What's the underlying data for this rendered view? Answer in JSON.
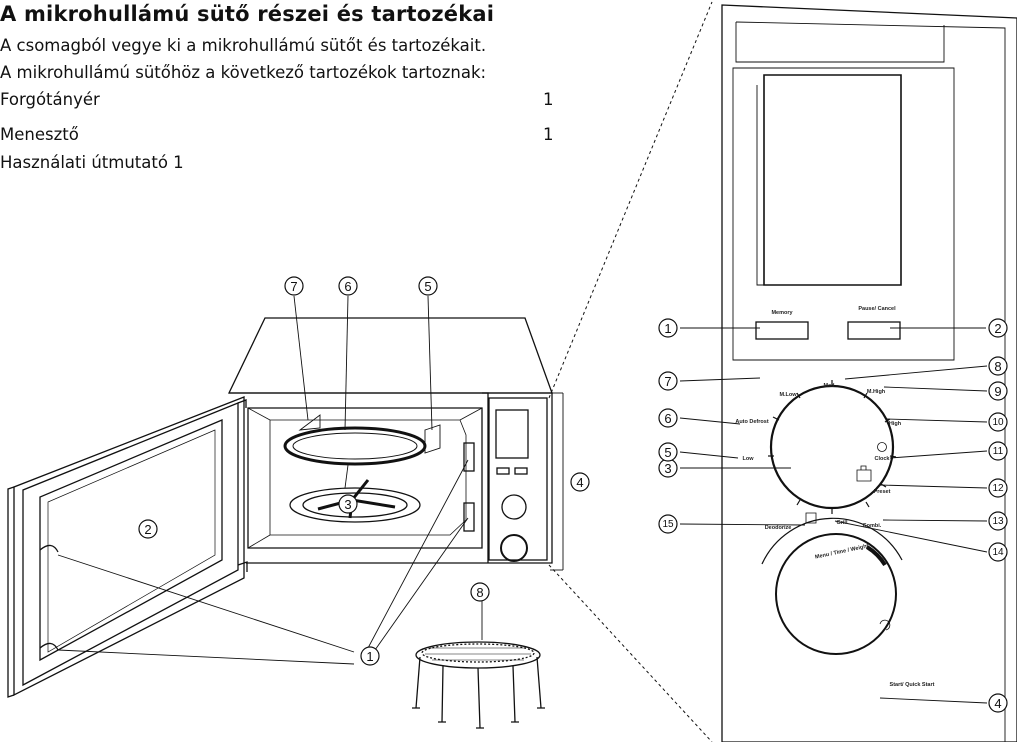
{
  "heading": "A mikrohullámú sütő részei és tartozékai",
  "intro": [
    "A csomagból vegye ki a mikrohullámú sütőt és tartozékait.",
    "A mikrohullámú sütőhöz a következő tartozékok tartoznak:"
  ],
  "accessories": [
    {
      "name": "Forgótányér",
      "qty": "1"
    },
    {
      "name": "Menesztő",
      "qty": "1"
    },
    {
      "name": "Használati útmutató  1",
      "qty": ""
    }
  ],
  "oven_callouts": [
    "1",
    "2",
    "3",
    "4",
    "5",
    "6",
    "7",
    "8"
  ],
  "panel_callouts": [
    "1",
    "2",
    "3",
    "4",
    "5",
    "6",
    "7",
    "8",
    "9",
    "10",
    "11",
    "12",
    "13",
    "14",
    "15"
  ],
  "panel_labels": {
    "memory": "Memory",
    "pause_cancel": "Pause/ Cancel",
    "m_low": "M.Low",
    "med": "Med",
    "m_high": "M.High",
    "high": "High",
    "clock": "Clock",
    "preset": "Preset",
    "combi": "Combi.",
    "grill": "Grill",
    "deo": "Deodorize",
    "auto_defrost": "Auto Defrost",
    "low": "Low",
    "dial": "Menu / Time / Weight",
    "start": "Start/ Quick Start"
  },
  "colors": {
    "line": "#111111",
    "bg": "#ffffff"
  }
}
